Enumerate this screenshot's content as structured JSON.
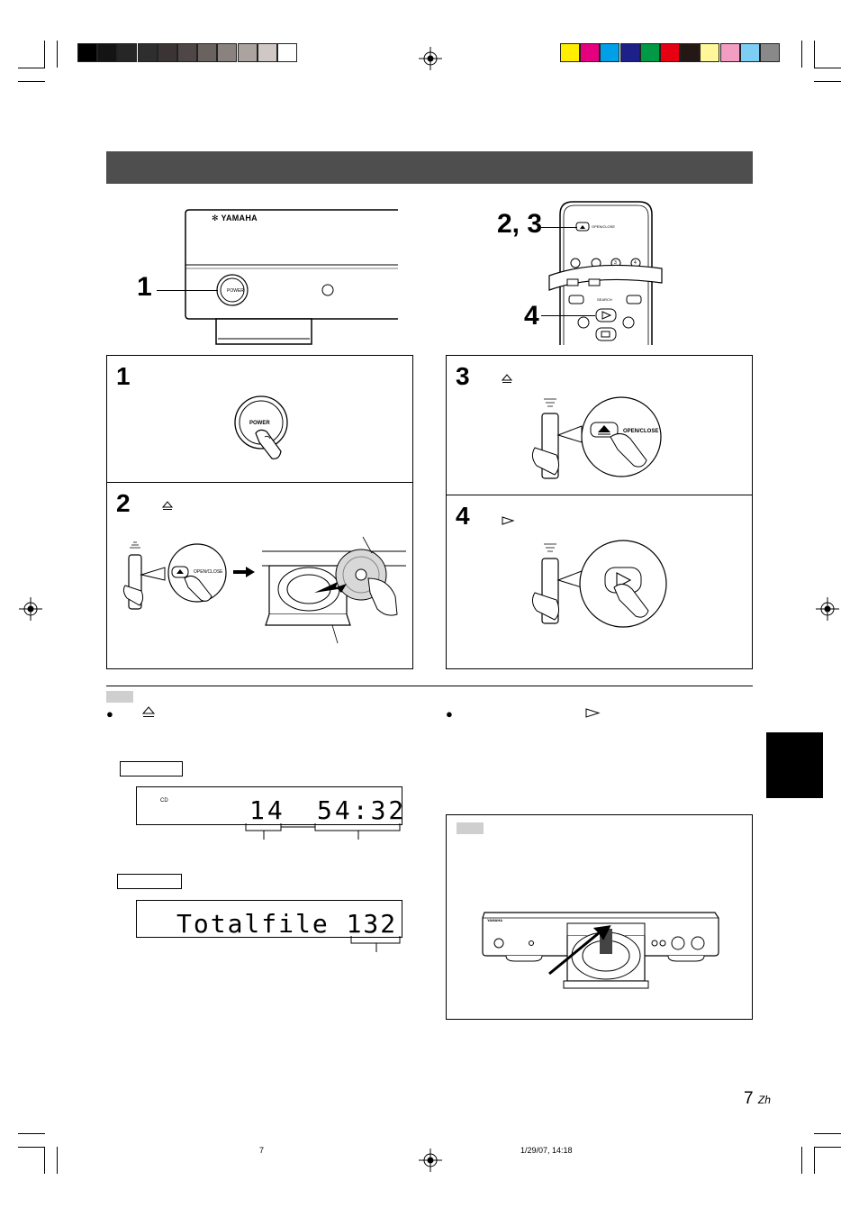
{
  "page": {
    "page_number": "7",
    "language_code": "Zh"
  },
  "registration": {
    "gray_swatches": [
      "#000000",
      "#141414",
      "#262626",
      "#2e2e2e",
      "#3a3433",
      "#4e4746",
      "#6a625f",
      "#8a827f",
      "#aaa3a0",
      "#cfc8c5",
      "#ffffff"
    ],
    "color_swatches": [
      "#ffee00",
      "#e6007e",
      "#00a0e9",
      "#1d2088",
      "#009944",
      "#e60012",
      "#231815",
      "#fff799",
      "#f19ec2",
      "#7ecef4",
      "#898989"
    ]
  },
  "overview": {
    "brand": "YAMAHA",
    "power_label": "POWER",
    "callout_1": "1",
    "callout_23": "2, 3",
    "callout_4": "4",
    "remote_open_close": "OPEN/CLOSE",
    "remote_search": "SEARCH",
    "remote_digit_3": "3",
    "remote_digit_4": "4"
  },
  "steps": [
    {
      "number": "1",
      "icon": "power-button",
      "button_label": "POWER"
    },
    {
      "number": "2",
      "icon": "eject-icon",
      "button_label": "OPEN/CLOSE"
    },
    {
      "number": "3",
      "icon": "eject-icon",
      "button_label": "OPEN/CLOSE"
    },
    {
      "number": "4",
      "icon": "play-icon"
    }
  ],
  "notes": {
    "left_bullet_icon": "eject-icon",
    "right_bullet_icon": "play-icon",
    "display_cd": {
      "indicator": "CD",
      "track": "14",
      "time": "54:32"
    },
    "display_file": {
      "text": "Totalfile 132"
    }
  },
  "footer": {
    "page": "7",
    "timestamp": "1/29/07, 14:18"
  }
}
